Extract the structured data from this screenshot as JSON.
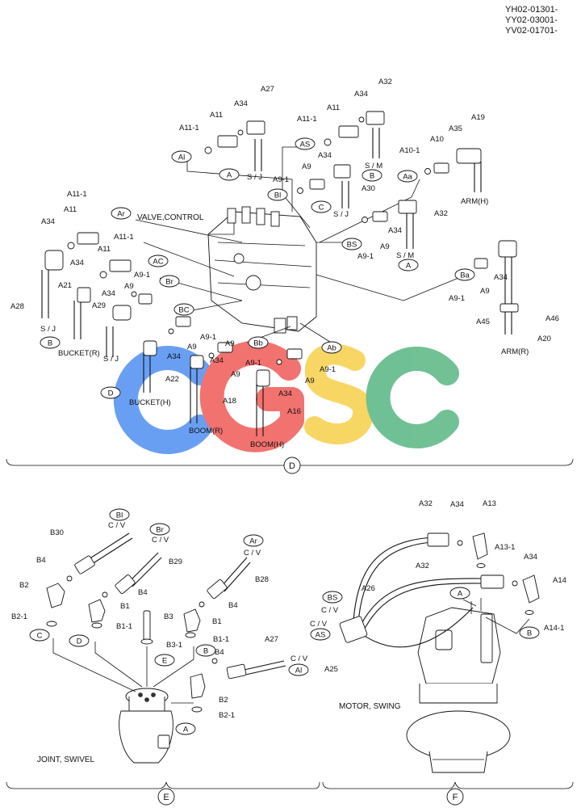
{
  "header": {
    "serial_lines": [
      "YH02-01301-",
      "YY02-03001-",
      "YV02-01701-"
    ]
  },
  "watermark": {
    "letters": [
      "C",
      "G",
      "S",
      "C"
    ],
    "colors": [
      "#4f8ff2",
      "#ef5a57",
      "#f6d04a",
      "#58b683"
    ]
  },
  "section_d": {
    "ref": "D",
    "part_labels": [
      "A27",
      "A34",
      "A11",
      "A11-1",
      "A32",
      "A34",
      "A11",
      "A11-1",
      "A19",
      "A35",
      "A10",
      "A10-1",
      "A34",
      "A9",
      "A9-1",
      "A30",
      "A11-1",
      "A34",
      "A11",
      "A11-1",
      "A34",
      "A11",
      "A21",
      "A28",
      "A29",
      "A9-1",
      "A34",
      "A9",
      "A32",
      "A34",
      "A9",
      "A9-1",
      "A9-1",
      "A9",
      "A34",
      "A45",
      "A46",
      "A20",
      "A22",
      "A34",
      "A9",
      "A9-1",
      "A9",
      "A18",
      "A34",
      "A9-1",
      "A9",
      "A16",
      "A34",
      "A9-1",
      "A9"
    ],
    "bubbles": [
      "Al",
      "A",
      "AS",
      "B",
      "Bl",
      "C",
      "Aa",
      "Ar",
      "AC",
      "Br",
      "BC",
      "BS",
      "A",
      "Ba",
      "Bb",
      "Ab",
      "B",
      "D"
    ],
    "text_labels": [
      "S / J",
      "S / M",
      "S / J",
      "ARM(H)",
      "VALVE,CONTROL",
      "S / M",
      "S / J",
      "BUCKET(R)",
      "S / J",
      "BUCKET(H)",
      "BOOM(R)",
      "BOOM(H)",
      "ARM(R)"
    ]
  },
  "section_e": {
    "ref": "E",
    "title": "JOINT, SWIVEL",
    "part_labels": [
      "B30",
      "B29",
      "B28",
      "B4",
      "B2",
      "B2-1",
      "B4",
      "B1",
      "B1-1",
      "B3",
      "B3-1",
      "B1",
      "B1-1",
      "B4",
      "B4",
      "A27",
      "B2",
      "B2-1"
    ],
    "bubbles": [
      "Bl",
      "Br",
      "Ar",
      "C",
      "D",
      "E",
      "B",
      "Al",
      "A"
    ],
    "text_labels": [
      "C / V",
      "C / V",
      "C / V",
      "C / V"
    ]
  },
  "section_f": {
    "ref": "F",
    "title": "MOTOR, SWING",
    "part_labels": [
      "A32",
      "A34",
      "A13",
      "A13-1",
      "A34",
      "A14",
      "A14-1",
      "A32",
      "A26",
      "A25"
    ],
    "bubbles": [
      "A",
      "B",
      "BS",
      "AS"
    ],
    "text_labels": [
      "C / V",
      "C / V"
    ]
  }
}
